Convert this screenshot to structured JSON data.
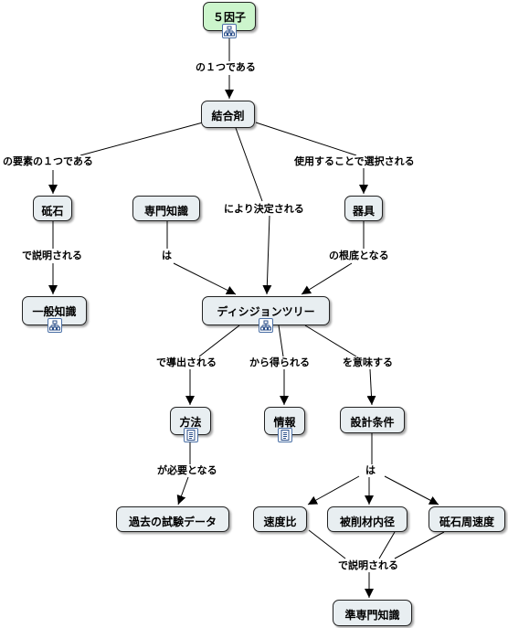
{
  "nodes": {
    "five_factors": "５因子",
    "binder": "結合剤",
    "grindstone": "砥石",
    "expert_knowledge": "専門知識",
    "instrument": "器具",
    "general_knowledge": "一般知識",
    "decision_tree": "ディシジョンツリー",
    "method": "方法",
    "information": "情報",
    "design_conditions": "設計条件",
    "past_test_data": "過去の試験データ",
    "speed_ratio": "速度比",
    "workpiece_inner_diameter": "被削材内径",
    "wheel_peripheral_speed": "砥石周速度",
    "semi_expert_knowledge": "準専門知識"
  },
  "links": {
    "one_of": "の１つである",
    "one_of_elements": "の要素の１つである",
    "chosen_by_use": "使用することで選択される",
    "decided_by": "により決定される",
    "explained_by_1": "で説明される",
    "is_1": "は",
    "root_of": "の根底となる",
    "derived_by": "で導出される",
    "obtained_from": "から得られる",
    "means": "を意味する",
    "required": "が必要となる",
    "is_2": "は",
    "explained_by_2": "で説明される"
  },
  "icons": {
    "submap": "hierarchy-icon",
    "document": "document-icon"
  },
  "colors": {
    "node_fill": "#e8eef1",
    "root_fill": "#ccf5cc",
    "line": "#000000"
  }
}
